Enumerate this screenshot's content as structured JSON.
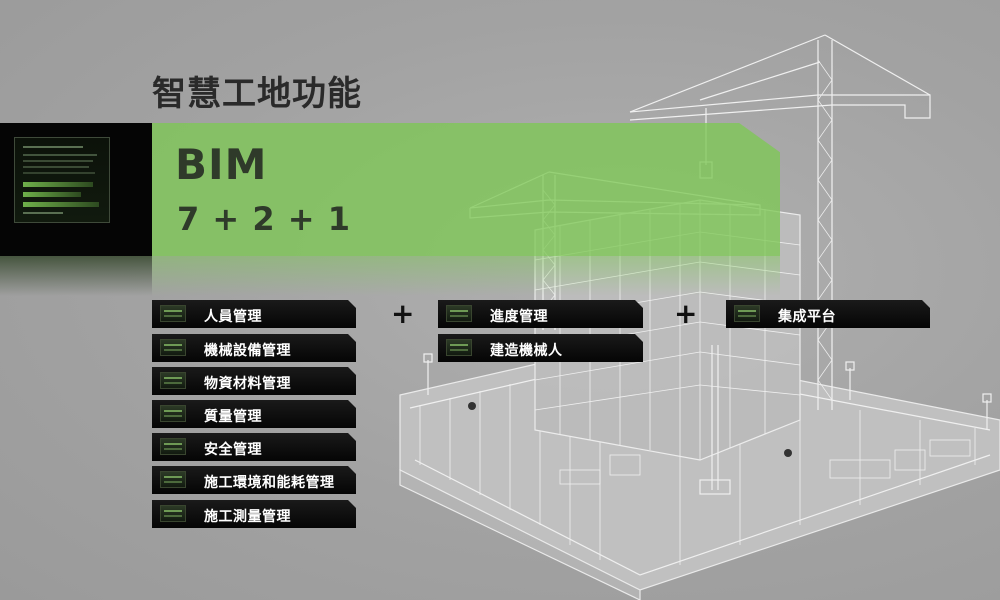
{
  "page": {
    "title": "智慧工地功能"
  },
  "hero": {
    "title": "BIM",
    "formula": "7 + 2 + 1"
  },
  "groups": {
    "management": [
      "人員管理",
      "機械設備管理",
      "物資材料管理",
      "質量管理",
      "安全管理",
      "施工環境和能耗管理",
      "施工測量管理"
    ],
    "progress": [
      "進度管理",
      "建造機械人"
    ],
    "platform": [
      "集成平台"
    ],
    "plus_sign": "+"
  },
  "colors": {
    "background": "#a3a3a3",
    "highlight": "#7dc855",
    "tag_background": "#0a0a0a",
    "tag_text": "#ffffff",
    "heading_text": "#2a2a2a"
  },
  "icons": {
    "tag_icon": "monitor-icon",
    "panel_image": "monitor-screen-icon",
    "background_image": "construction-site-wireframe"
  }
}
